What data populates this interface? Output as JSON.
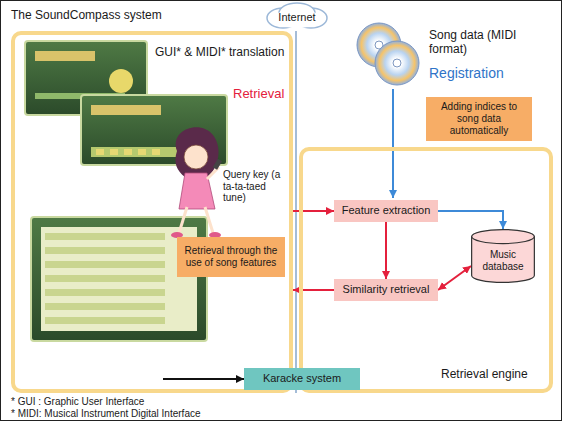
{
  "diagram": {
    "title": "The SoundCompass system",
    "nodes": [
      {
        "text": [
          "GUI* & MIDI* translation"
        ]
      },
      {
        "text": [
          "Retrieval through the use of song features"
        ],
        "in": 0
      },
      {
        "text": [
          "Adding indices to song data automatically"
        ]
      },
      {
        "text": [
          "Retrieval engine"
        ]
      },
      {
        "text": [
          "Feature extraction"
        ],
        "in": 3
      },
      {
        "text": [
          "Music database"
        ],
        "in": 3
      },
      {
        "text": [
          "Similarity retrieval"
        ],
        "in": 3
      },
      {
        "text": [
          "Karacke system"
        ]
      }
    ],
    "edges": [
      {
        "from": 0,
        "to": 4,
        "arrow": "to"
      },
      {
        "from": 4,
        "to": 5,
        "arrow": "to"
      },
      {
        "from": 4,
        "to": 6,
        "arrow": "to"
      },
      {
        "from": 6,
        "to": 5,
        "arrow": "both"
      },
      {
        "from": 6,
        "to": 0,
        "arrow": "to"
      },
      {
        "from": 0,
        "to": 7,
        "arrow": "to"
      }
    ],
    "labels": [
      "Internet",
      "Song data (MIDI format)",
      "Registration",
      "Retrieval",
      "Query key (a ta-ta-taed tune)",
      "* GUI : Graphic User Interface",
      "* MIDI: Musical Instrument Digital Interface"
    ]
  }
}
